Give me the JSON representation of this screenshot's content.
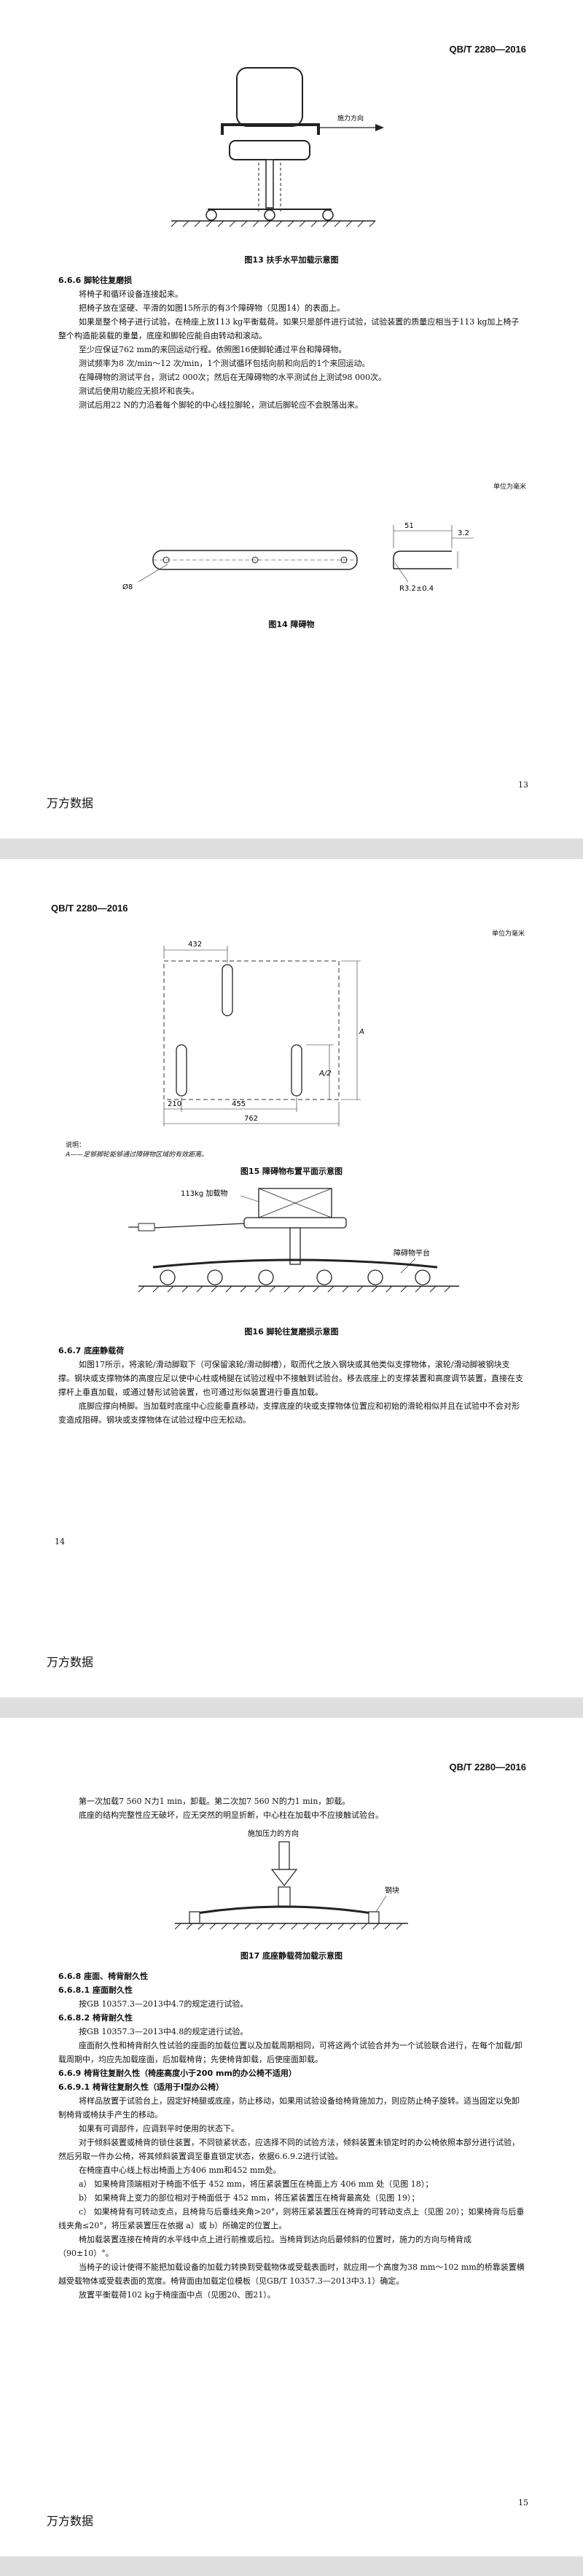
{
  "page1": {
    "header": "QB/T 2280—2016",
    "fig13": {
      "label": "施力方向",
      "caption": "图13 扶手水平加载示意图"
    },
    "sec666": {
      "title": "6.6.6 脚轮往复磨损",
      "paras": [
        "将椅子和循环设备连接起来。",
        "把椅子放在坚硬、平滑的如图15所示的有3个障碍物（见图14）的表面上。",
        "如果是整个椅子进行试验，在椅座上放113 kg平衡载荷。如果只是部件进行试验，试验装置的质量应相当于113 kg加上椅子整个构造能装载的重量，底座和脚轮应能自由转动和滚动。",
        "至少应保证762 mm的来回运动行程。依照图16使脚轮通过平台和障碍物。",
        "测试频率为8 次/min～12 次/min，1个测试循环包括向前和向后的1个来回运动。",
        "在障碍物的测试平台，测试2 000次；然后在无障碍物的水平测试台上测试98 000次。",
        "测试后使用功能应无损坏和丧失。",
        "测试后用22 N的力沿着每个脚轮的中心线拉脚轮，测试后脚轮应不会脱落出来。"
      ]
    },
    "unit": "单位为毫米",
    "fig14": {
      "dim_top": "51",
      "dim_top2": "3.2",
      "dim_dia": "Ø8",
      "dim_r": "R3.2±0.4",
      "caption": "图14 障碍物"
    },
    "page_number": "13",
    "footer": "万方数据"
  },
  "page2": {
    "header": "QB/T 2280—2016",
    "unit": "单位为毫米",
    "fig15": {
      "dims": {
        "top": "432",
        "left_bottom": "210",
        "mid_bottom": "455",
        "total": "762",
        "height": "A",
        "half": "A/2"
      },
      "note_label": "说明：",
      "note": "A——足够脚轮能够通过障碍物区域的有效距离。",
      "caption": "图15 障碍物布置平面示意图"
    },
    "fig16": {
      "load": "113kg 加载物",
      "platform": "障碍物平台",
      "caption": "图16 脚轮往复磨损示意图"
    },
    "sec667": {
      "title": "6.6.7 底座静载荷",
      "paras": [
        "如图17所示，将滚轮/滑动脚取下（可保留滚轮/滑动脚槽），取而代之放入钢块或其他类似支撑物体，滚轮/滑动脚被钢块支撑。钢块或支撑物体的高度应足以使中心柱或椅腿在试验过程中不接触到试验台。移去底座上的支撑装置和高度调节装置，直接在支撑杆上垂直加载，或通过替形试验装置，也可通过形似装置进行垂直加载。",
        "底脚应撑向椅脚。当加载时底座中心应能垂直移动，支撑底座的块或支撑物体位置应和初始的滑轮相似并且在试验中不会对形变造成阻碍。钢块或支撑物体在试验过程中应无松动。"
      ]
    },
    "page_number": "14",
    "footer": "万方数据"
  },
  "page3": {
    "header": "QB/T 2280—2016",
    "intro": [
      "第一次加载7 560 N力1 min，卸载。第二次加7 560 N的力1 min，卸载。",
      "底座的结构完整性应无破坏，应无突然的明显折断，中心柱在加载中不应接触试验台。"
    ],
    "fig17": {
      "force": "施加压力的方向",
      "block": "钢块",
      "caption": "图17 底座静载荷加载示意图"
    },
    "sec668": {
      "title": "6.6.8 座面、椅背耐久性"
    },
    "sec6681": {
      "title": "6.6.8.1 座面耐久性",
      "text": "按GB 10357.3—2013中4.7的规定进行试验。"
    },
    "sec6682": {
      "title": "6.6.8.2 椅背耐久性",
      "paras": [
        "按GB 10357.3—2013中4.8的规定进行试验。",
        "座面耐久性和椅背耐久性试验的座面的加载位置以及加载周期相同，可将这两个试验合并为一个试验联合进行，在每个加载/卸载周期中，均应先加载座面，后加载椅背；先使椅背卸载，后使座面卸载。"
      ]
    },
    "sec669": {
      "title": "6.6.9 椅背往复耐久性（椅座高度小于200 mm的办公椅不适用）"
    },
    "sec6691": {
      "title": "6.6.9.1 椅背往复耐久性（适用于Ⅰ型办公椅）",
      "paras": [
        "将样品放置于试验台上，固定好椅腿或底座，防止移动，如果用试验设备给椅背施加力，则应防止椅子旋转。适当固定以免卸制椅背或椅扶手产生的移动。",
        "如果有可调部件，应调到平时使用的状态下。",
        "对于倾斜装置或椅背的锁住装置，不同锁紧状态，应选择不同的试验方法，倾斜装置未锁定时的办公椅依照本部分进行试验，然后另取一件办公椅，将其倾斜装置调至垂直锁定状态，依据6.6.9.2进行试验。",
        "在椅座直中心线上标出椅面上方406 mm和452 mm处。"
      ],
      "items": [
        "a） 如果椅背顶端相对于椅面不低于 452 mm，将压紧装置压在椅面上方 406 mm 处（见图 18）；",
        "b） 如果椅背上变力的部位相对于椅面低于 452 mm，将压紧装置压在椅背最高处（见图 19）；",
        "c） 如果椅背有可转动支点，且椅背与后垂线夹角>20°，则将压紧装置压在椅背的可转动支点上（见图 20）；如果椅背与后垂线夹角≤20°，将压紧装置压在依据 a）或 b）所确定的位置上。"
      ],
      "paras2": [
        "椅加载装置连接在椅背的水平线中点上进行前推或后拉。当椅背到达向后最倾斜的位置时，施力的方向与椅背成（90±10）°。",
        "当椅子的设计使得不能把加载设备的加载力转换到受载物体或受载表面时，就应用一个高度为38 mm～102 mm的桥靠装置横越受载物体或受载表面的宽度。椅背面由加载定位模板（见GB/T 10357.3—2013中3.1）确定。",
        "放置平衡载荷102 kg于椅座面中点（见图20、图21）。"
      ]
    },
    "page_number": "15",
    "footer": "万方数据"
  }
}
